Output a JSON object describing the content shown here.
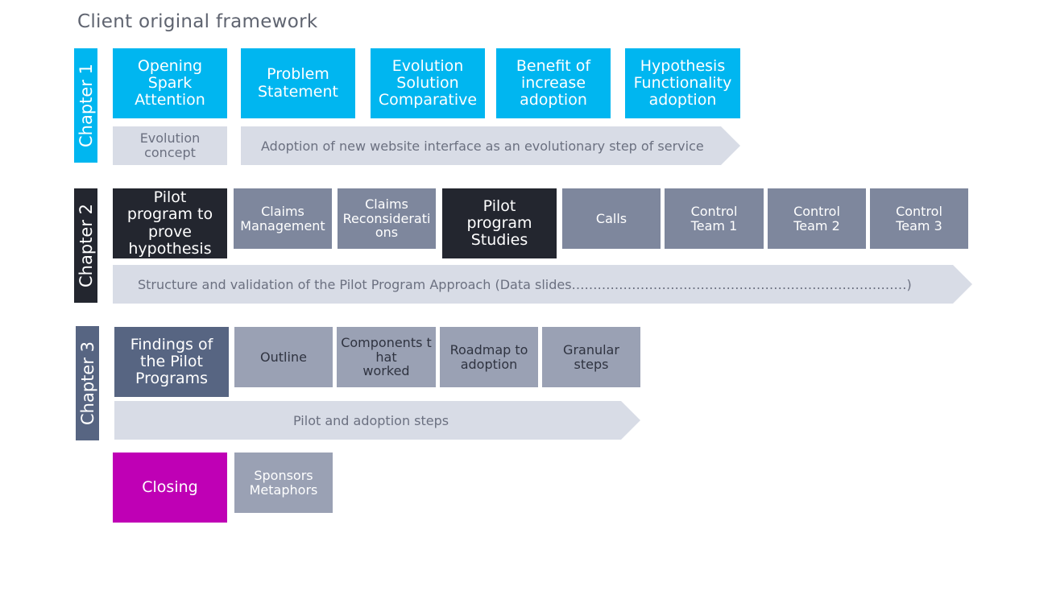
{
  "title": "Client original framework",
  "colors": {
    "cyan": "#00b6f0",
    "dark": "#23262f",
    "slate": "#7e879d",
    "slate_dark": "#576582",
    "slate_light": "#9aa1b4",
    "magenta": "#bf00b5",
    "light_gray": "#d8dce6"
  },
  "chapter1": {
    "label": "Chapter 1",
    "boxes": [
      "Opening\nSpark\nAttention",
      "Problem\nStatement",
      "Evolution\nSolution\nComparative",
      "Benefit of\nincrease\nadoption",
      "Hypothesis\nFunctionality\nadoption"
    ],
    "concept": "Evolution\nconcept",
    "arrow": "Adoption of new website interface as an evolutionary step of service"
  },
  "chapter2": {
    "label": "Chapter 2",
    "boxes": [
      "Pilot\nprogram to\nprove\nhypothesis",
      "Claims\nManagement",
      "Claims\nReconsiderations",
      "Pilot\nprogram\nStudies",
      "Calls",
      "Control\nTeam 1",
      "Control\nTeam 2",
      "Control\nTeam 3"
    ],
    "arrow": "Structure and validation of the Pilot Program Approach (Data slides……………………………………………………………………)"
  },
  "chapter3": {
    "label": "Chapter 3",
    "boxes": [
      "Findings  of\nthe Pilot\nPrograms",
      "Outline",
      "Components that\nworked",
      "Roadmap to\nadoption",
      "Granular\nsteps"
    ],
    "arrow": "Pilot and adoption steps"
  },
  "closing": {
    "boxes": [
      "Closing",
      "Sponsors\nMetaphors"
    ]
  }
}
